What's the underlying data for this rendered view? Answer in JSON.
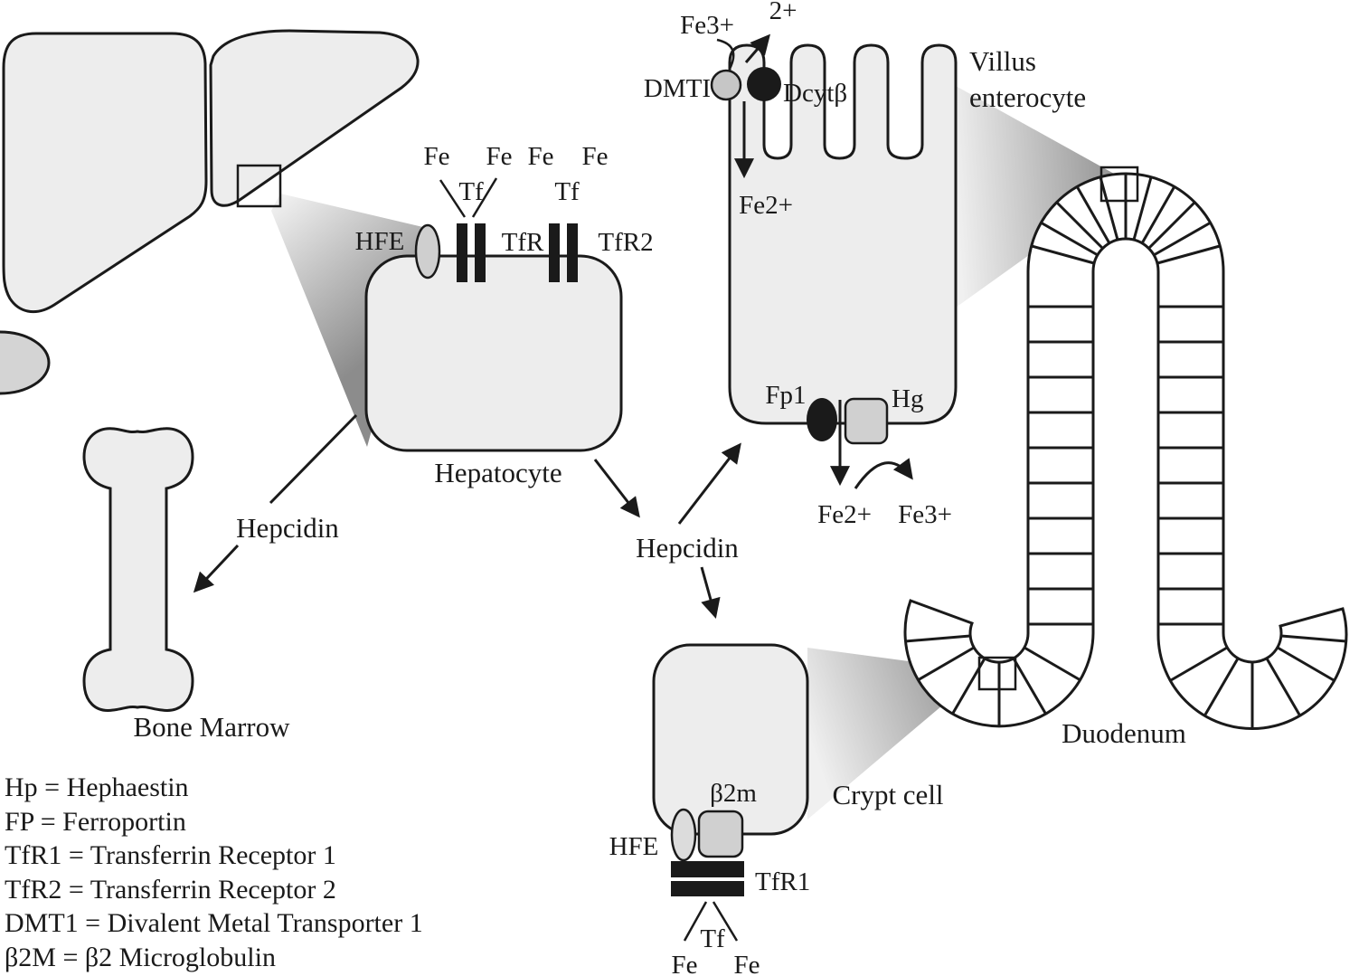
{
  "colors": {
    "background": "#ffffff",
    "cell_fill": "#ededed",
    "nucleus_fill": "#d4d4d4",
    "protein_gray": "#cfcfcf",
    "protein_black": "#1a1a1a",
    "outline": "#1a1a1a",
    "zoom_wedge_dark": "#8c8c8c",
    "zoom_wedge_light": "#f0f0f0"
  },
  "hepatocyte": {
    "label": "Hepatocyte",
    "fe_labels": [
      "Fe",
      "Fe",
      "Fe",
      "Fe"
    ],
    "tf_left": "Tf",
    "tf_right": "Tf",
    "hfe": "HFE",
    "tfr": "TfR",
    "tfr2": "TfR2"
  },
  "hepcidin": {
    "to_bone_marrow": "Hepcidin",
    "central": "Hepcidin"
  },
  "bone_marrow": {
    "label": "Bone Marrow"
  },
  "villus_enterocyte": {
    "label_line1": "Villus",
    "label_line2": "enterocyte",
    "fe3_top": "Fe3+",
    "two_plus": "2+",
    "dmt1": "DMTI",
    "dcytb": "Dcytβ",
    "fe2_upper": "Fe2+",
    "fp1": "Fp1",
    "hg": "Hg",
    "fe2_lower": "Fe2+",
    "fe3_lower": "Fe3+"
  },
  "crypt_cell": {
    "label": "Crypt cell",
    "b2m": "β2m",
    "hfe": "HFE",
    "tfr1": "TfR1",
    "tf": "Tf",
    "fe_left": "Fe",
    "fe_right": "Fe"
  },
  "duodenum": {
    "label": "Duodenum"
  },
  "legend": {
    "items": [
      "Hp = Hephaestin",
      "FP = Ferroportin",
      "TfR1 = Transferrin Receptor 1",
      "TfR2 = Transferrin Receptor 2",
      "DMT1 = Divalent Metal Transporter 1",
      "β2M = β2 Microglobulin"
    ]
  }
}
